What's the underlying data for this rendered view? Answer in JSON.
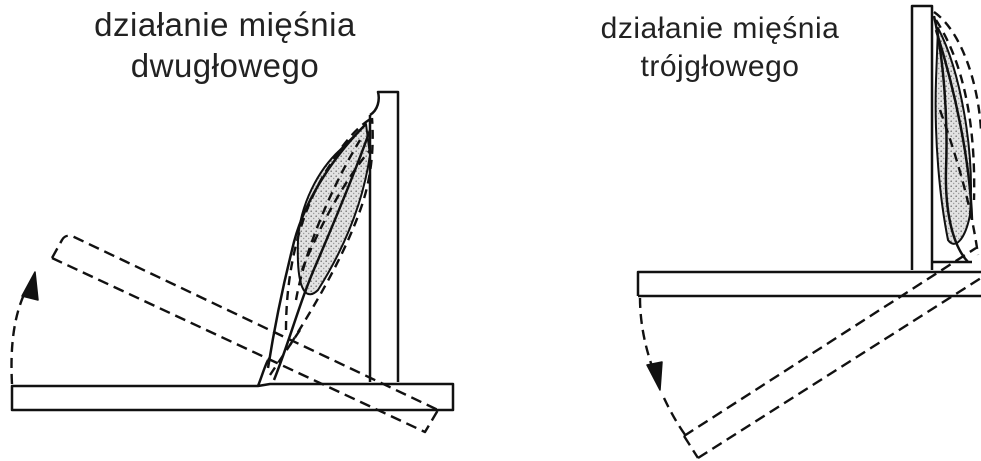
{
  "left_panel": {
    "title_line1": "działanie mięśnia",
    "title_line2": "dwugłowego"
  },
  "right_panel": {
    "title_line1": "działanie mięśnia",
    "title_line2": "trójgłowego"
  },
  "colors": {
    "stroke": "#111111",
    "muscle_fill": "#cfcfcf"
  }
}
